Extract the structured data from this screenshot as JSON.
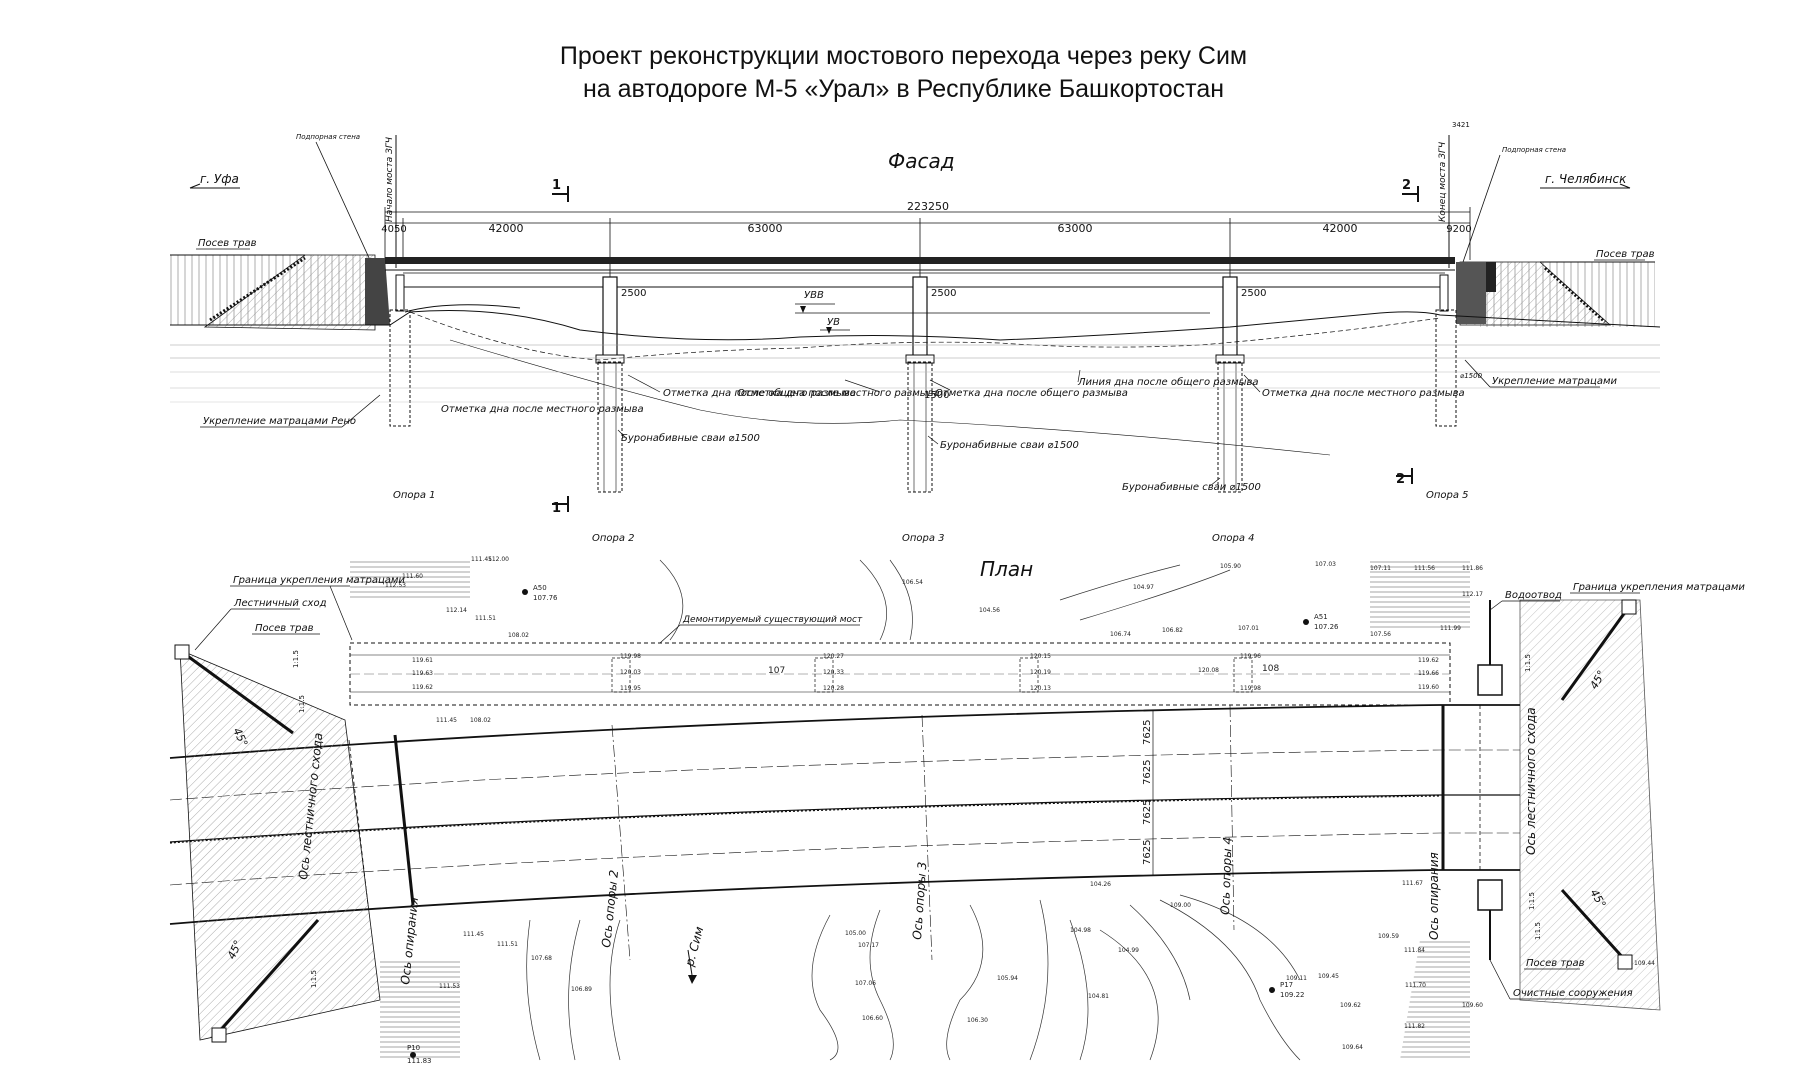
{
  "title": {
    "line1": "Проект реконструкции мостового перехода через реку Сим",
    "line2": "на автодороге М-5 «Урал» в Республике Башкортостан"
  },
  "facade": {
    "header": "Фасад",
    "to_left": "г. Уфа",
    "to_right": "г. Челябинск",
    "start_axis": "Начало моста ЗГЧ",
    "end_axis": "Конец моста ЗГЧ",
    "retaining_wall_left": "Подпорная стена",
    "retaining_wall_right": "Подпорная стена",
    "top_dim": "3421",
    "grass_left": "Посев трав",
    "grass_right": "Посев трав",
    "section_1_top": "1",
    "section_1_bottom": "1",
    "section_2_top": "2",
    "section_2_bottom": "2",
    "total_length": "223250",
    "spans": [
      "4050",
      "42000",
      "63000",
      "63000",
      "42000",
      "9200"
    ],
    "pier_width_1": "2500",
    "pier_width_2": "2500",
    "pier_width_3": "2500",
    "pile_dim": "1500",
    "pile_dia_right": "⌀1500",
    "uvv": "УВВ",
    "uv": "УВ",
    "reinf_left": "Укрепление матрацами Рено",
    "reinf_right": "Укрепление матрацами",
    "scour_general_1": "Отметка дна после общего размыва",
    "scour_local_1": "Отметка дна после местного размыва",
    "scour_general_2": "Отметка дна после общего размыва",
    "scour_line": "Линия дна после общего размыва",
    "scour_local_2": "Отметка дна после местного размыва",
    "scour_local_3": "Отметка дна после местного размыва",
    "piles_1": "Буронабивные сваи ⌀1500",
    "piles_2": "Буронабивные сваи ⌀1500",
    "piles_3": "Буронабивные сваи ⌀1500",
    "supports": [
      "Опора 1",
      "Опора 2",
      "Опора 3",
      "Опора 4",
      "Опора 5"
    ]
  },
  "plan": {
    "header": "План",
    "river": "р. Сим",
    "reinf_border_left": "Граница укрепления матрацами",
    "reinf_border_right": "Граница укрепления матрацами",
    "stair": "Лестничный сход",
    "grass_left": "Посев трав",
    "grass_right": "Посев трав",
    "drain": "Водоотвод",
    "treatment": "Очистные сооружения",
    "demolished": "Демонтируемый существующий мост",
    "axis_stair_left": "Ось лестничного схода",
    "axis_stair_right": "Ось лестничного схода",
    "axis_abutment_left": "Ось опирания",
    "axis_abutment_right": "Ось опирания",
    "axis_pier_2": "Ось опоры 2",
    "axis_pier_3": "Ось опоры 3",
    "axis_pier_4": "Ось опоры 4",
    "angle": "45°",
    "lane_widths": [
      "7625",
      "7625",
      "7625",
      "7625"
    ],
    "slope": "1:1.5",
    "points": [
      "A50",
      "107.76",
      "A51",
      "107.26",
      "P17",
      "109.22",
      "P10",
      "111.83"
    ],
    "elevations": [
      "112.00",
      "111.45",
      "111.60",
      "112.53",
      "112.14",
      "111.51",
      "108.02",
      "106.54",
      "104.56",
      "105.90",
      "104.97",
      "107.03",
      "107.11",
      "111.56",
      "111.86",
      "112.17",
      "111.99",
      "106.74",
      "106.82",
      "107.01",
      "107.56",
      "119.61",
      "119.63",
      "119.62",
      "119.98",
      "120.03",
      "119.95",
      "120.27",
      "120.33",
      "120.28",
      "120.15",
      "120.19",
      "120.13",
      "120.08",
      "119.96",
      "119.98",
      "119.62",
      "119.66",
      "119.60",
      "111.45",
      "108.02",
      "107",
      "108",
      "111.67",
      "109.59",
      "109.44",
      "109.60",
      "111.84",
      "111.70",
      "111.82",
      "109.62",
      "109.64",
      "109.45",
      "109.11",
      "109.00",
      "104.98",
      "105.94",
      "104.81",
      "106.30",
      "106.60",
      "107.06",
      "107.17",
      "105.00",
      "104.99",
      "104.26",
      "106.89",
      "107.68",
      "111.51",
      "111.45",
      "111.53"
    ]
  },
  "colors": {
    "ink": "#111111",
    "hatch": "#777777",
    "fill_dark": "#444444"
  }
}
